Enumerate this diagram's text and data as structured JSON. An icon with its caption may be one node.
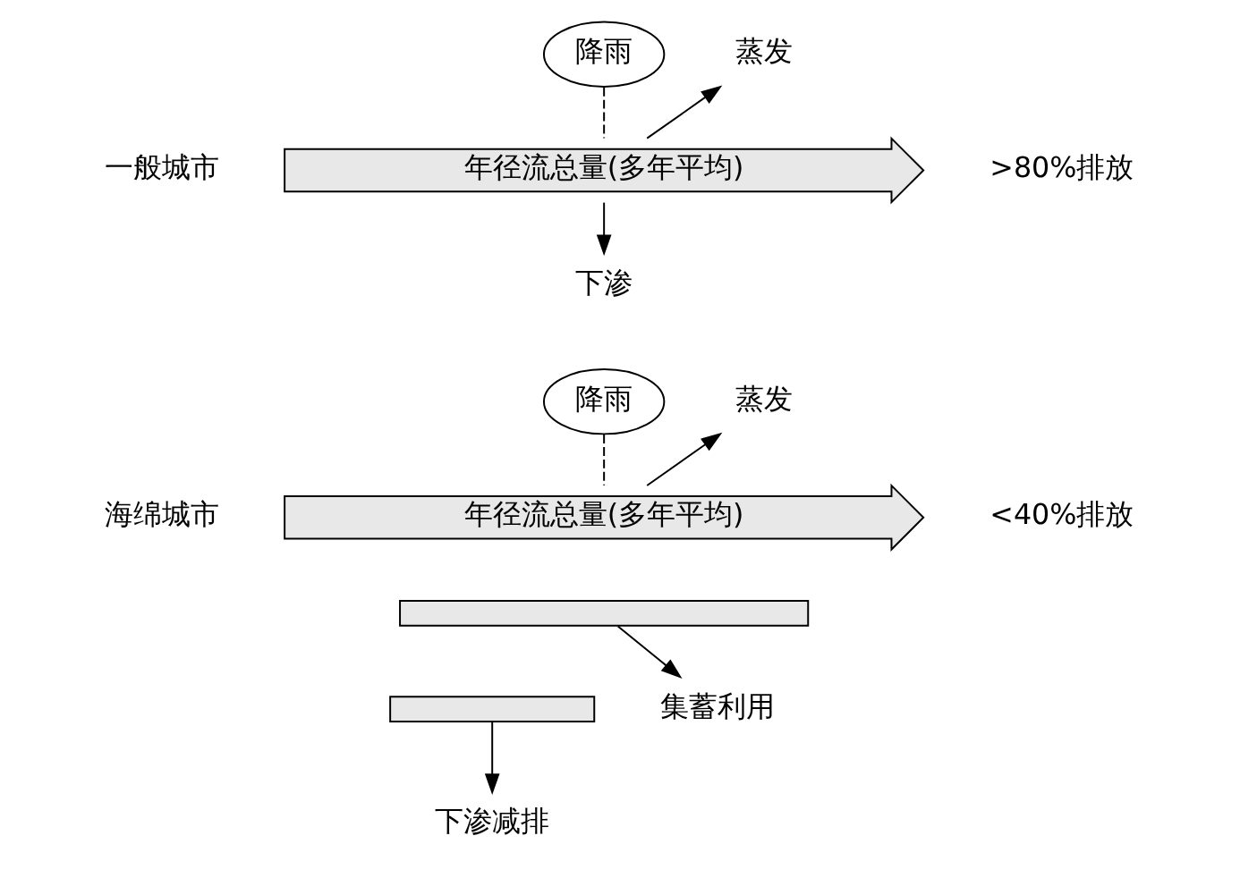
{
  "diagram": {
    "nodes": [
      {
        "text": [
          "降雨"
        ]
      },
      {
        "text": [
          "年径流总量(多年平均)"
        ],
        "beside": [
          ">80%排放"
        ]
      },
      {
        "text": [
          "蒸发"
        ]
      },
      {
        "text": [
          "下渗"
        ]
      },
      {
        "text": [
          "降雨"
        ]
      },
      {
        "text": [
          "年径流总量(多年平均)"
        ],
        "beside": [
          "<40%排放"
        ]
      },
      {
        "text": [],
        "shape": "bar"
      },
      {
        "text": [],
        "shape": "bar"
      },
      {
        "text": [
          "蒸发"
        ]
      },
      {
        "text": [
          "集蓄利用"
        ]
      },
      {
        "text": [
          "下渗减排"
        ]
      }
    ],
    "edges": [
      {
        "from": 0,
        "to": 1,
        "arrow": "none",
        "style": "dashed"
      },
      {
        "from": 1,
        "to": 2,
        "arrow": "to"
      },
      {
        "from": 1,
        "to": 3,
        "arrow": "to"
      },
      {
        "from": 4,
        "to": 5,
        "arrow": "none",
        "style": "dashed"
      },
      {
        "from": 5,
        "to": 8,
        "arrow": "to"
      },
      {
        "from": 6,
        "to": 9,
        "arrow": "to"
      },
      {
        "from": 7,
        "to": 10,
        "arrow": "to"
      }
    ],
    "labels": [
      "一般城市",
      "海绵城市"
    ]
  }
}
